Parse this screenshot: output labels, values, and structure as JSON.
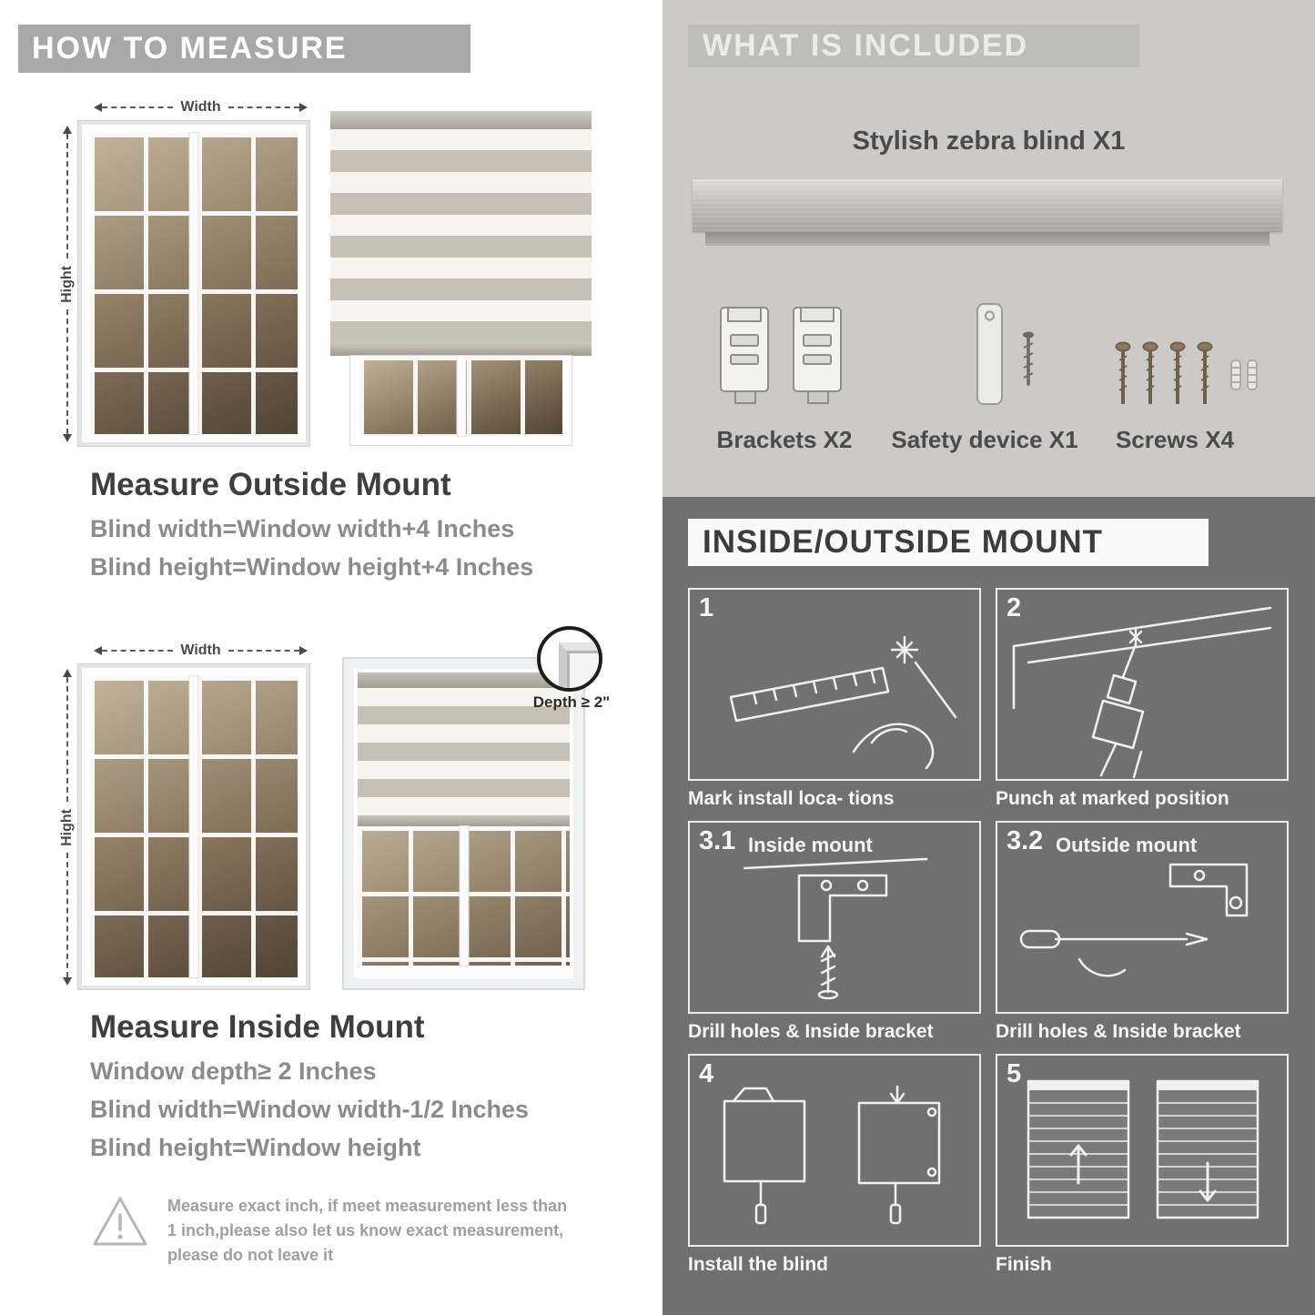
{
  "colors": {
    "left_banner_bg": "#a8a8a8",
    "included_bg": "#cbcac8",
    "included_banner_bg": "#bdbdbc",
    "mount_bg": "#707070",
    "heading_text": "#3e3e3e",
    "formula_text": "#8b8b8b"
  },
  "left": {
    "header": "HOW TO MEASURE",
    "fig_outside": {
      "width_label": "Width",
      "height_label": "Hight"
    },
    "outside": {
      "title": "Measure Outside Mount",
      "line1": "Blind width=Window width+4 Inches",
      "line2": "Blind height=Window height+4 Inches"
    },
    "fig_inside": {
      "width_label": "Width",
      "height_label": "Hight",
      "depth_note": "Depth ≥ 2\""
    },
    "inside": {
      "title": "Measure Inside Mount",
      "line1": "Window depth≥ 2 Inches",
      "line2": "Blind width=Window width-1/2 Inches",
      "line3": "Blind height=Window height"
    },
    "warning": "Measure exact inch, if meet measurement less than 1 inch,please also let us know exact measurement, please do not leave it"
  },
  "right": {
    "included": {
      "header": "WHAT IS INCLUDED",
      "blind_label": "Stylish zebra blind X1",
      "items": [
        {
          "label": "Brackets X2"
        },
        {
          "label": "Safety device X1"
        },
        {
          "label": "Screws X4"
        }
      ]
    },
    "mount": {
      "header": "INSIDE/OUTSIDE MOUNT",
      "steps": [
        {
          "num": "1",
          "title": "",
          "caption": "Mark install loca- tions"
        },
        {
          "num": "2",
          "title": "",
          "caption": "Punch at marked position"
        },
        {
          "num": "3.1",
          "title": "Inside mount",
          "caption": "Drill holes &  Inside bracket"
        },
        {
          "num": "3.2",
          "title": "Outside mount",
          "caption": "Drill holes &  Inside bracket"
        },
        {
          "num": "4",
          "title": "",
          "caption": "Install the blind"
        },
        {
          "num": "5",
          "title": "",
          "caption": "Finish"
        }
      ]
    }
  }
}
